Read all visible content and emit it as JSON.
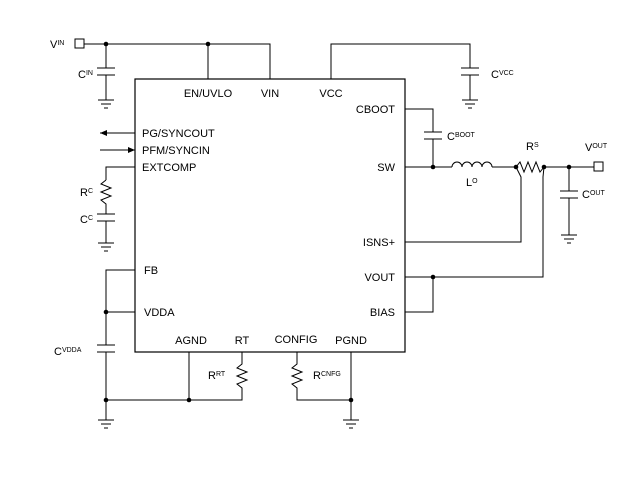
{
  "pins": {
    "en_uvlo": "EN/UVLO",
    "vin": "VIN",
    "vcc": "VCC",
    "cboot": "CBOOT",
    "pg_syncout": "PG/SYNCOUT",
    "pfm_syncin": "PFM/SYNCIN",
    "extcomp": "EXTCOMP",
    "sw": "SW",
    "fb": "FB",
    "isns": "ISNS+",
    "vdda": "VDDA",
    "vout": "VOUT",
    "bias": "BIAS",
    "agnd": "AGND",
    "rt": "RT",
    "config": "CONFIG",
    "pgnd": "PGND"
  },
  "components": {
    "vin_terminal": {
      "main": "V",
      "sub": "IN"
    },
    "cin": {
      "main": "C",
      "sub": "IN"
    },
    "cvcc": {
      "main": "C",
      "sub": "VCC"
    },
    "cboot": {
      "main": "C",
      "sub": "BOOT"
    },
    "rc": {
      "main": "R",
      "sub": "C"
    },
    "cc": {
      "main": "C",
      "sub": "C"
    },
    "lo": {
      "main": "L",
      "sub": "O"
    },
    "rs": {
      "main": "R",
      "sub": "S"
    },
    "vout_terminal": {
      "main": "V",
      "sub": "OUT"
    },
    "cout": {
      "main": "C",
      "sub": "OUT"
    },
    "cvdda": {
      "main": "C",
      "sub": "VDDA"
    },
    "rrt": {
      "main": "R",
      "sub": "RT"
    },
    "rcnfg": {
      "main": "R",
      "sub": "CNFG"
    }
  }
}
